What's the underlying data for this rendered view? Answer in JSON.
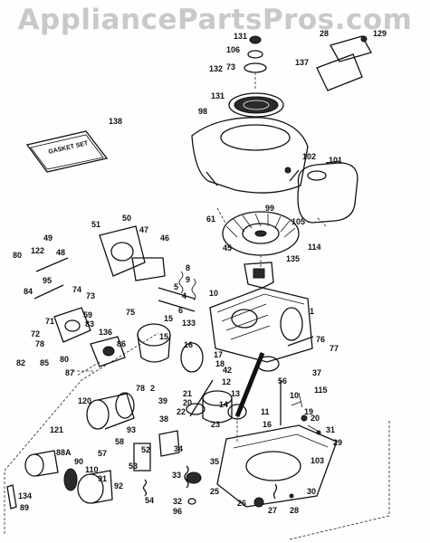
{
  "watermark": "AppliancePartsPros.com",
  "labels": {
    "gasket_set": "GASKET SET"
  },
  "callouts": [
    "131",
    "106",
    "73",
    "132",
    "131",
    "98",
    "28",
    "129",
    "137",
    "138",
    "102",
    "101",
    "99",
    "61",
    "105",
    "114",
    "45",
    "135",
    "50",
    "51",
    "47",
    "46",
    "49",
    "122",
    "80",
    "48",
    "95",
    "84",
    "74",
    "73",
    "8",
    "9",
    "5",
    "10",
    "4",
    "6",
    "1",
    "75",
    "59",
    "15",
    "133",
    "83",
    "71",
    "136",
    "72",
    "78",
    "86",
    "82",
    "85",
    "80",
    "87",
    "15",
    "16",
    "17",
    "18",
    "42",
    "76",
    "77",
    "37",
    "56",
    "12",
    "13",
    "21",
    "20",
    "22",
    "14",
    "11",
    "115",
    "10",
    "19",
    "20",
    "16",
    "23",
    "31",
    "29",
    "103",
    "120",
    "78",
    "2",
    "39",
    "38",
    "93",
    "121",
    "58",
    "57",
    "88A",
    "90",
    "110",
    "91",
    "92",
    "52",
    "53",
    "34",
    "35",
    "33",
    "25",
    "54",
    "32",
    "96",
    "26",
    "30",
    "27",
    "28",
    "134",
    "89"
  ]
}
